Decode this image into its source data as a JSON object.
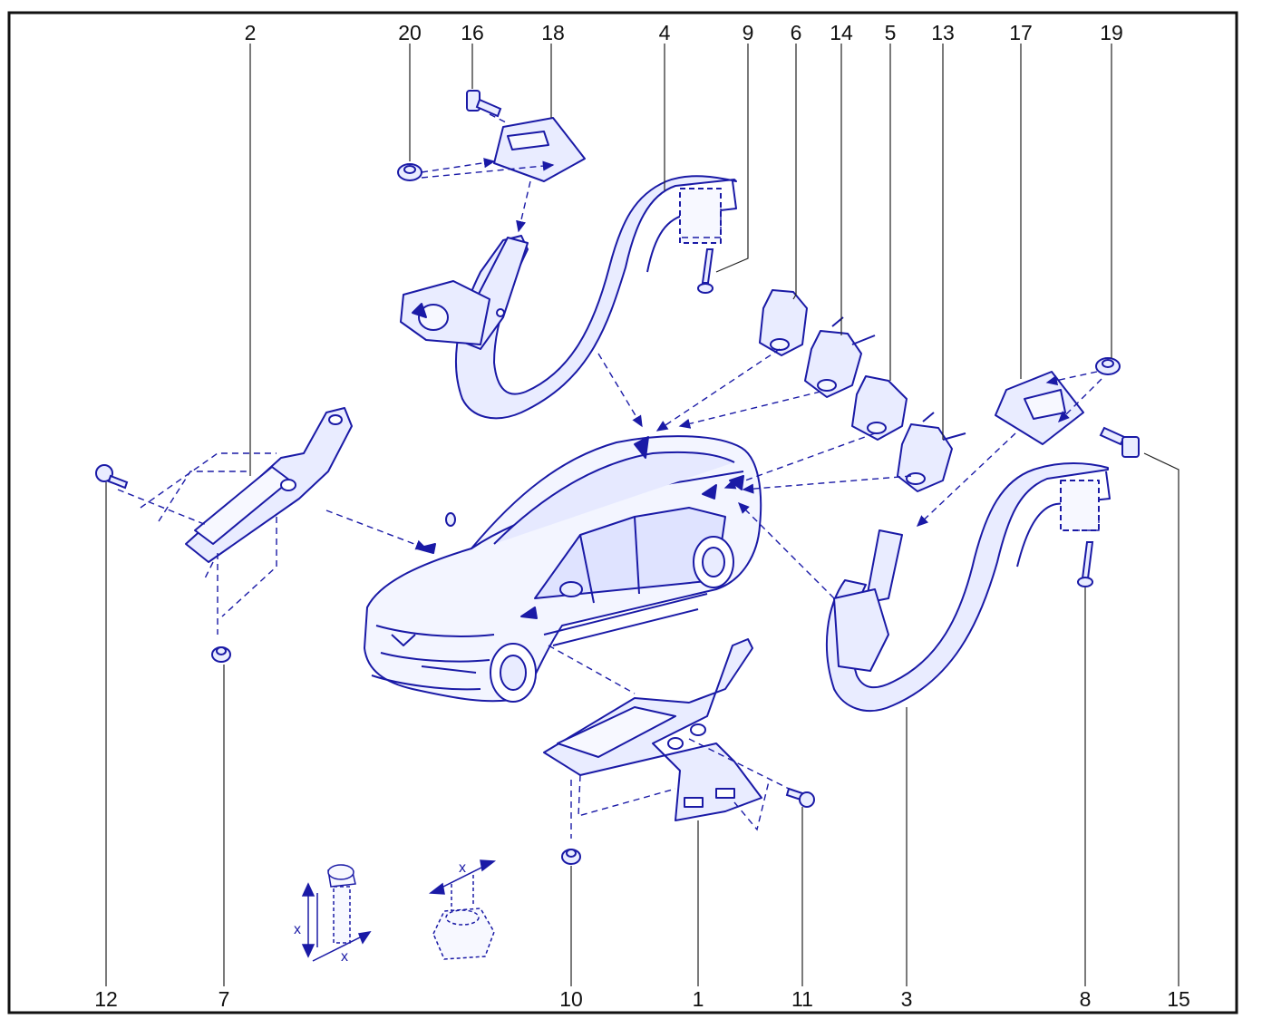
{
  "colors": {
    "border": "#111111",
    "part_stroke": "#1a1aa6",
    "part_fill": "#e9ecff",
    "part_shadow": "#c9cff5",
    "callout_text": "#111111",
    "leader": "#222222"
  },
  "callouts": {
    "c1": "1",
    "c2": "2",
    "c3": "3",
    "c4": "4",
    "c5": "5",
    "c6": "6",
    "c7": "7",
    "c8": "8",
    "c9": "9",
    "c10": "10",
    "c11": "11",
    "c12": "12",
    "c13": "13",
    "c14": "14",
    "c15": "15",
    "c16": "16",
    "c17": "17",
    "c18": "18",
    "c19": "19",
    "c20": "20"
  },
  "fastener_legend": {
    "bolt_length_label": "x",
    "bolt_diameter_label": "x",
    "nut_size_label": "x"
  }
}
